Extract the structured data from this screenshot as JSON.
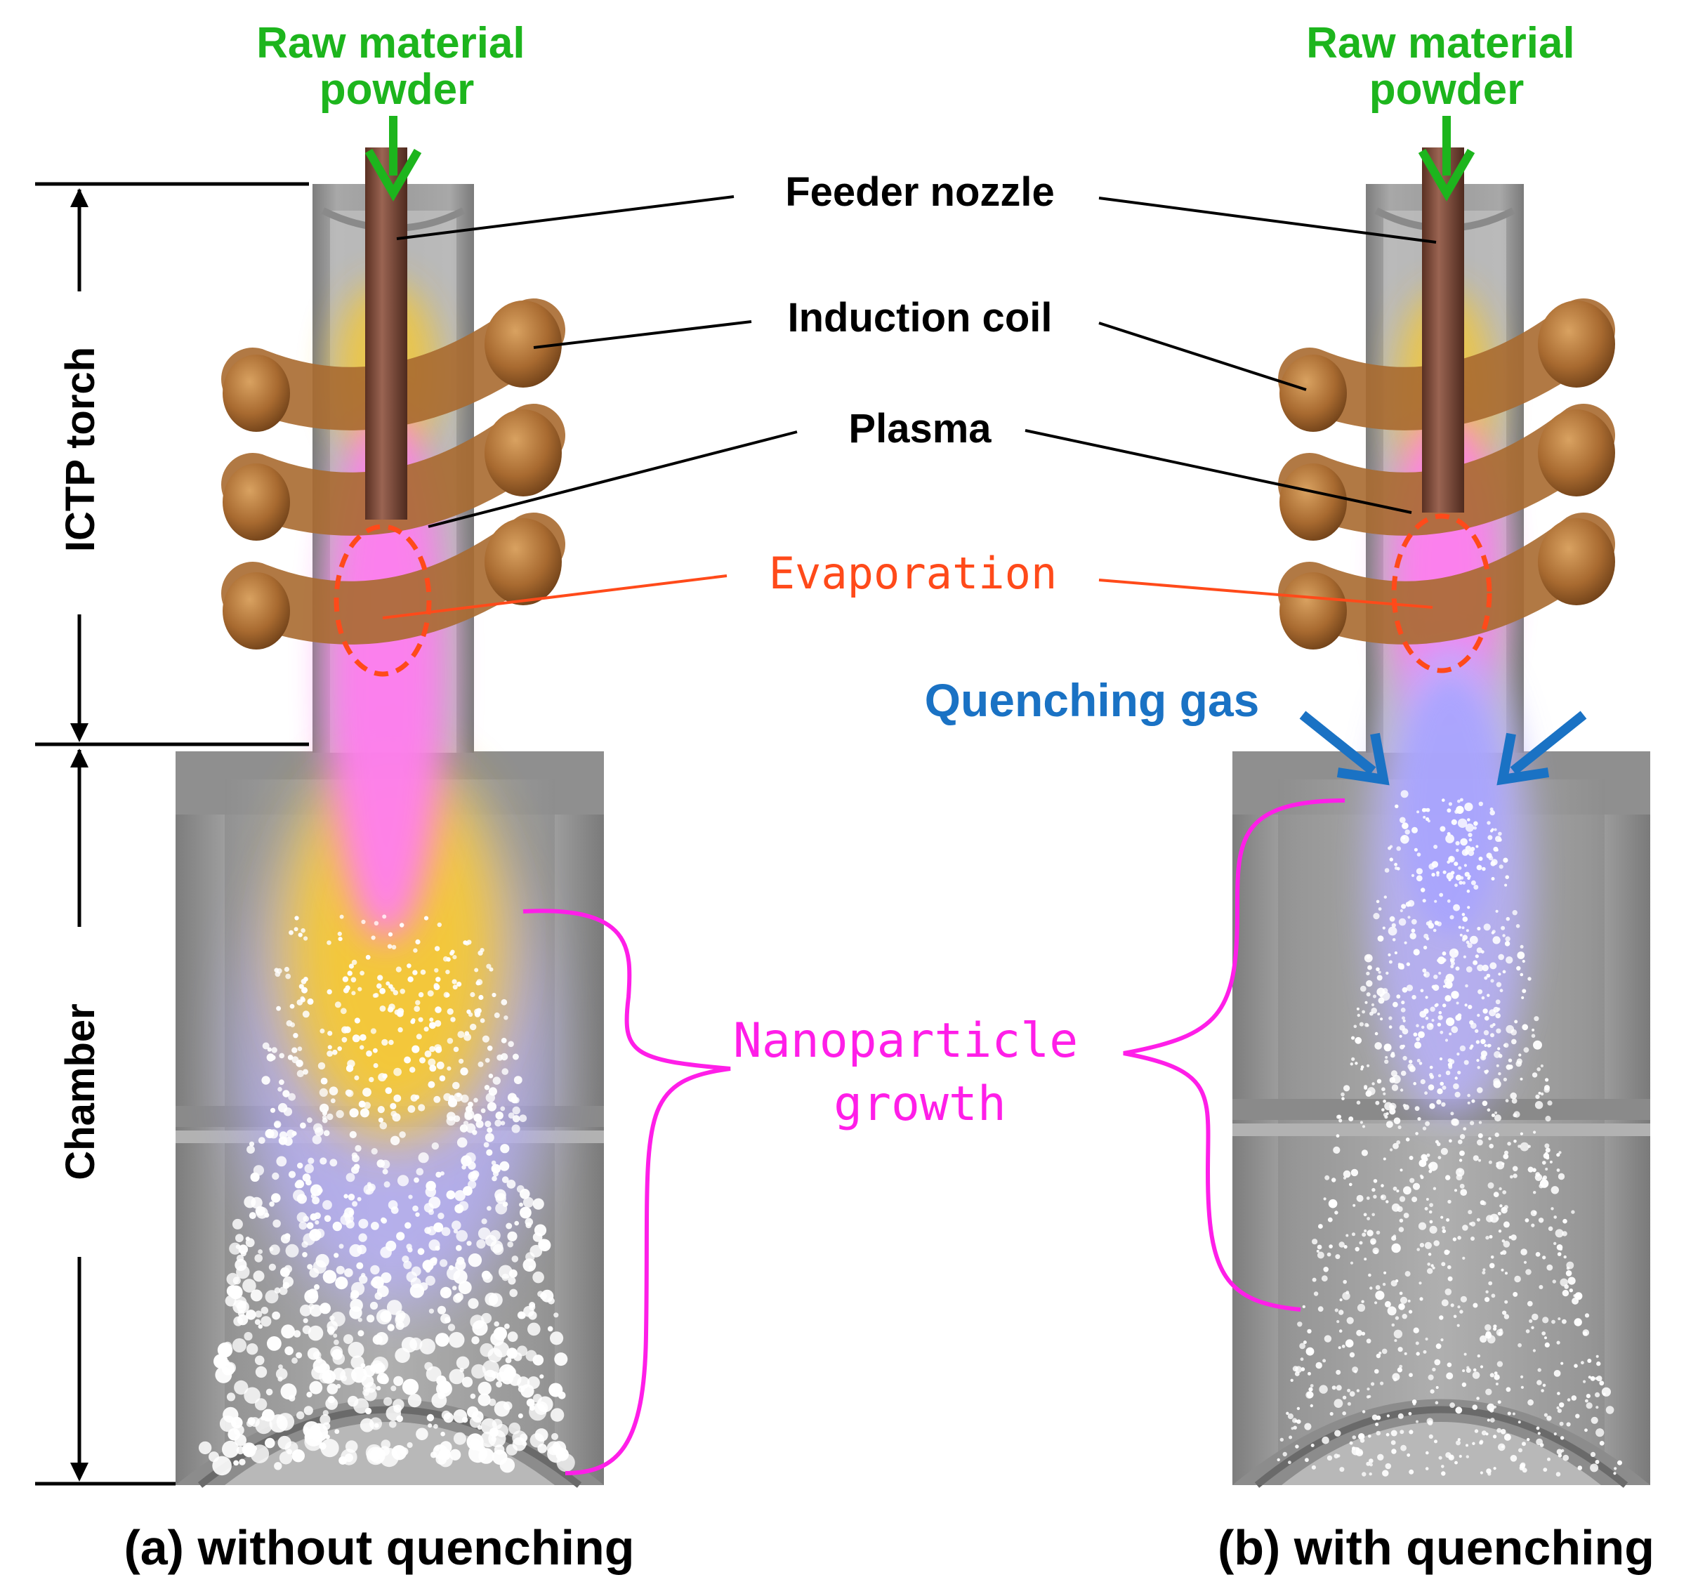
{
  "labels": {
    "raw_material": [
      "Raw material",
      "powder"
    ],
    "feeder_nozzle": "Feeder nozzle",
    "induction_coil": "Induction coil",
    "plasma": "Plasma",
    "evaporation": "Evaporation",
    "quenching_gas": "Quenching gas",
    "nanoparticle_growth": [
      "Nanoparticle",
      "growth"
    ],
    "icp_torch": "ICTP torch",
    "chamber": "Chamber",
    "caption_a": "(a) without quenching",
    "caption_b": "(b) with quenching"
  },
  "colors": {
    "raw_material": "#1db51d",
    "evaporation": "#ff4a1a",
    "quenching_gas": "#1a72c4",
    "nanoparticle": "#ff1ee8",
    "plasma_pink": "#ff7ef0",
    "plasma_yellow": "#f7c930",
    "coil": "#a86a30",
    "nozzle": "#7a4a38",
    "chamber": "#9a9a9a"
  }
}
